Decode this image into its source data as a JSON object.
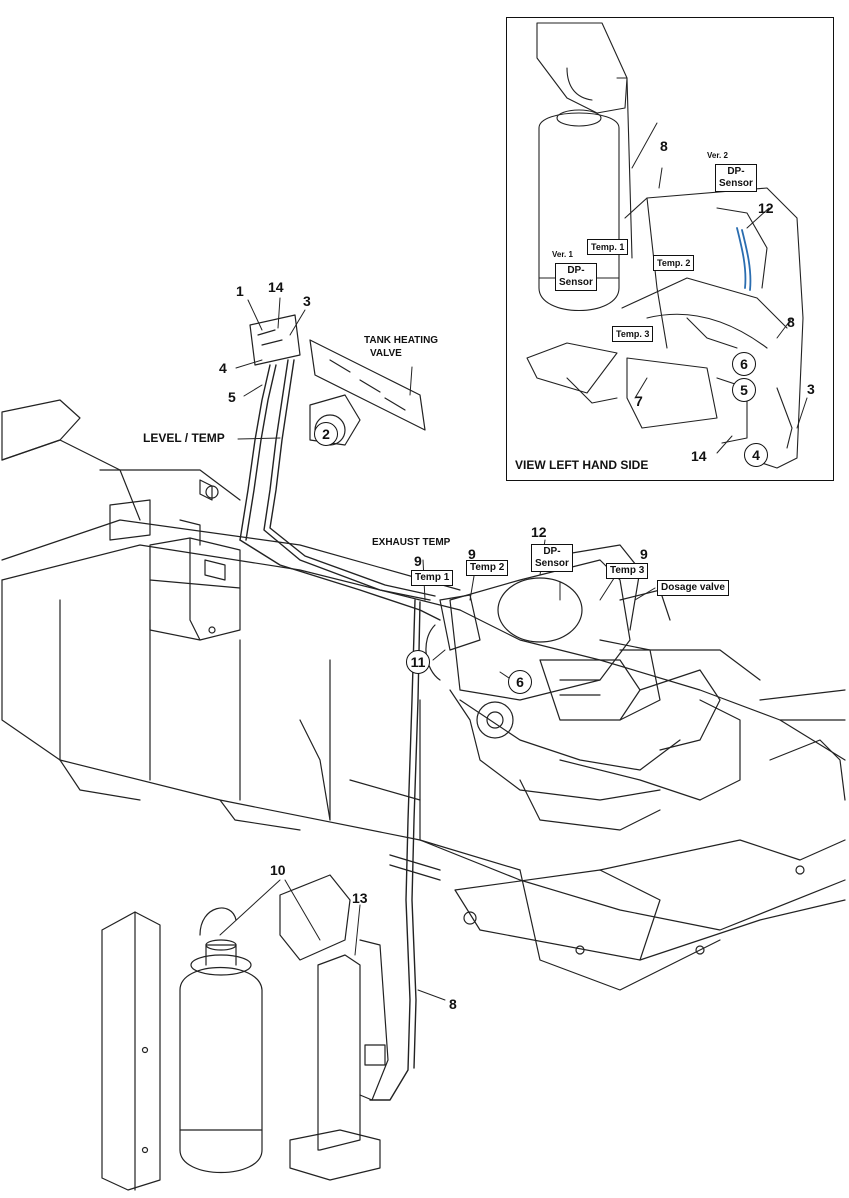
{
  "callouts": {
    "n1": "1",
    "n14": "14",
    "n3": "3",
    "n4": "4",
    "n5": "5",
    "n9a": "9",
    "n9b": "9",
    "n9c": "9",
    "n12": "12",
    "n11": "11",
    "n6": "6",
    "n2": "2",
    "n10": "10",
    "n13": "13",
    "n8": "8"
  },
  "labels": {
    "tank_heating_valve_line1": "TANK HEATING",
    "tank_heating_valve_line2": "VALVE",
    "level_temp": "LEVEL / TEMP",
    "exhaust_temp": "EXHAUST TEMP"
  },
  "boxes": {
    "temp1": "Temp 1",
    "temp2": "Temp 2",
    "dp_sensor_l1": "DP-",
    "dp_sensor_l2": "Sensor",
    "temp3": "Temp 3",
    "dosage_valve": "Dosage valve"
  },
  "inset": {
    "title": "VIEW LEFT HAND SIDE",
    "n8a": "8",
    "n8b": "8",
    "n12": "12",
    "n3": "3",
    "n7": "7",
    "n14": "14",
    "n6": "6",
    "n5": "5",
    "n4": "4",
    "ver2": "Ver. 2",
    "ver1": "Ver. 1",
    "dp_top_l1": "DP-",
    "dp_top_l2": "Sensor",
    "dp_left_l1": "DP-",
    "dp_left_l2": "Sensor",
    "temp1": "Temp. 1",
    "temp2": "Temp. 2",
    "temp3": "Temp. 3"
  }
}
